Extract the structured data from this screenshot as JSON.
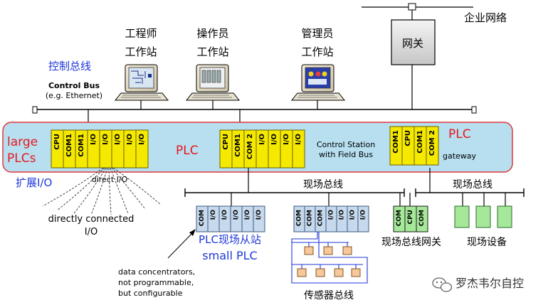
{
  "labels": {
    "enterprise_network": "企业网络",
    "gateway_box": "网关",
    "engineer_ws_l1": "工程师",
    "engineer_ws_l2": "工作站",
    "operator_ws_l1": "操作员",
    "operator_ws_l2": "工作站",
    "manager_ws_l1": "管理员",
    "manager_ws_l2": "工作站",
    "control_bus_cn": "控制总线",
    "control_bus_en": "Control Bus",
    "control_bus_eg": "(e.g. Ethernet)",
    "large_plcs_l1": "large",
    "large_plcs_l2": "PLCs",
    "plc_center": "PLC",
    "plc_right": "PLC",
    "control_station_l1": "Control Station",
    "control_station_l2": "with Field Bus",
    "gateway_small": "gateway",
    "expansion_io": "扩展I/O",
    "direct_io": "direct I/O",
    "directly_connected_l1": "directly connected",
    "directly_connected_l2": "I/O",
    "fieldbus_1": "现场总线",
    "fieldbus_2": "现场总线",
    "plc_slave_station": "PLC现场从站",
    "small_plc": "small PLC",
    "data_conc_l1": "data concentrators,",
    "data_conc_l2": "not programmable,",
    "data_conc_l3": "but configurable",
    "sensor_bus": "传感器总线",
    "fieldbus_gateway": "现场总线网关",
    "field_devices": "现场设备",
    "watermark": "罗杰韦尔自控"
  },
  "modules": {
    "large_plc": [
      "CPU",
      "COM1",
      "COM1",
      "I/O",
      "I/O",
      "I/O",
      "I/O",
      "I/O"
    ],
    "center_plc": [
      "CPU",
      "COM1",
      "COM 2",
      "I/O",
      "I/O",
      "I/O",
      "I/O"
    ],
    "right_plc": [
      "COM1",
      "CPU",
      "COM1",
      "COM 2"
    ],
    "slave_station": [
      "COM",
      "I/O",
      "I/O",
      "I/O",
      "I/O",
      "I/O"
    ],
    "sensor_station": [
      "COM",
      "COM",
      "COM",
      "I/O",
      "I/O",
      "I/O",
      "I/O"
    ],
    "fieldbus_gw": [
      "COM",
      "CPU",
      "COM"
    ]
  },
  "colors": {
    "band_fill": "#b7dff0",
    "band_stroke": "#e0383a",
    "module_yellow": "#f5e900",
    "module_blue": "#c7d9ec",
    "module_green": "#a6e89a",
    "sensor_orange": "#f6c89a",
    "label_red": "#e8161c",
    "label_blue": "#1f37d8"
  }
}
